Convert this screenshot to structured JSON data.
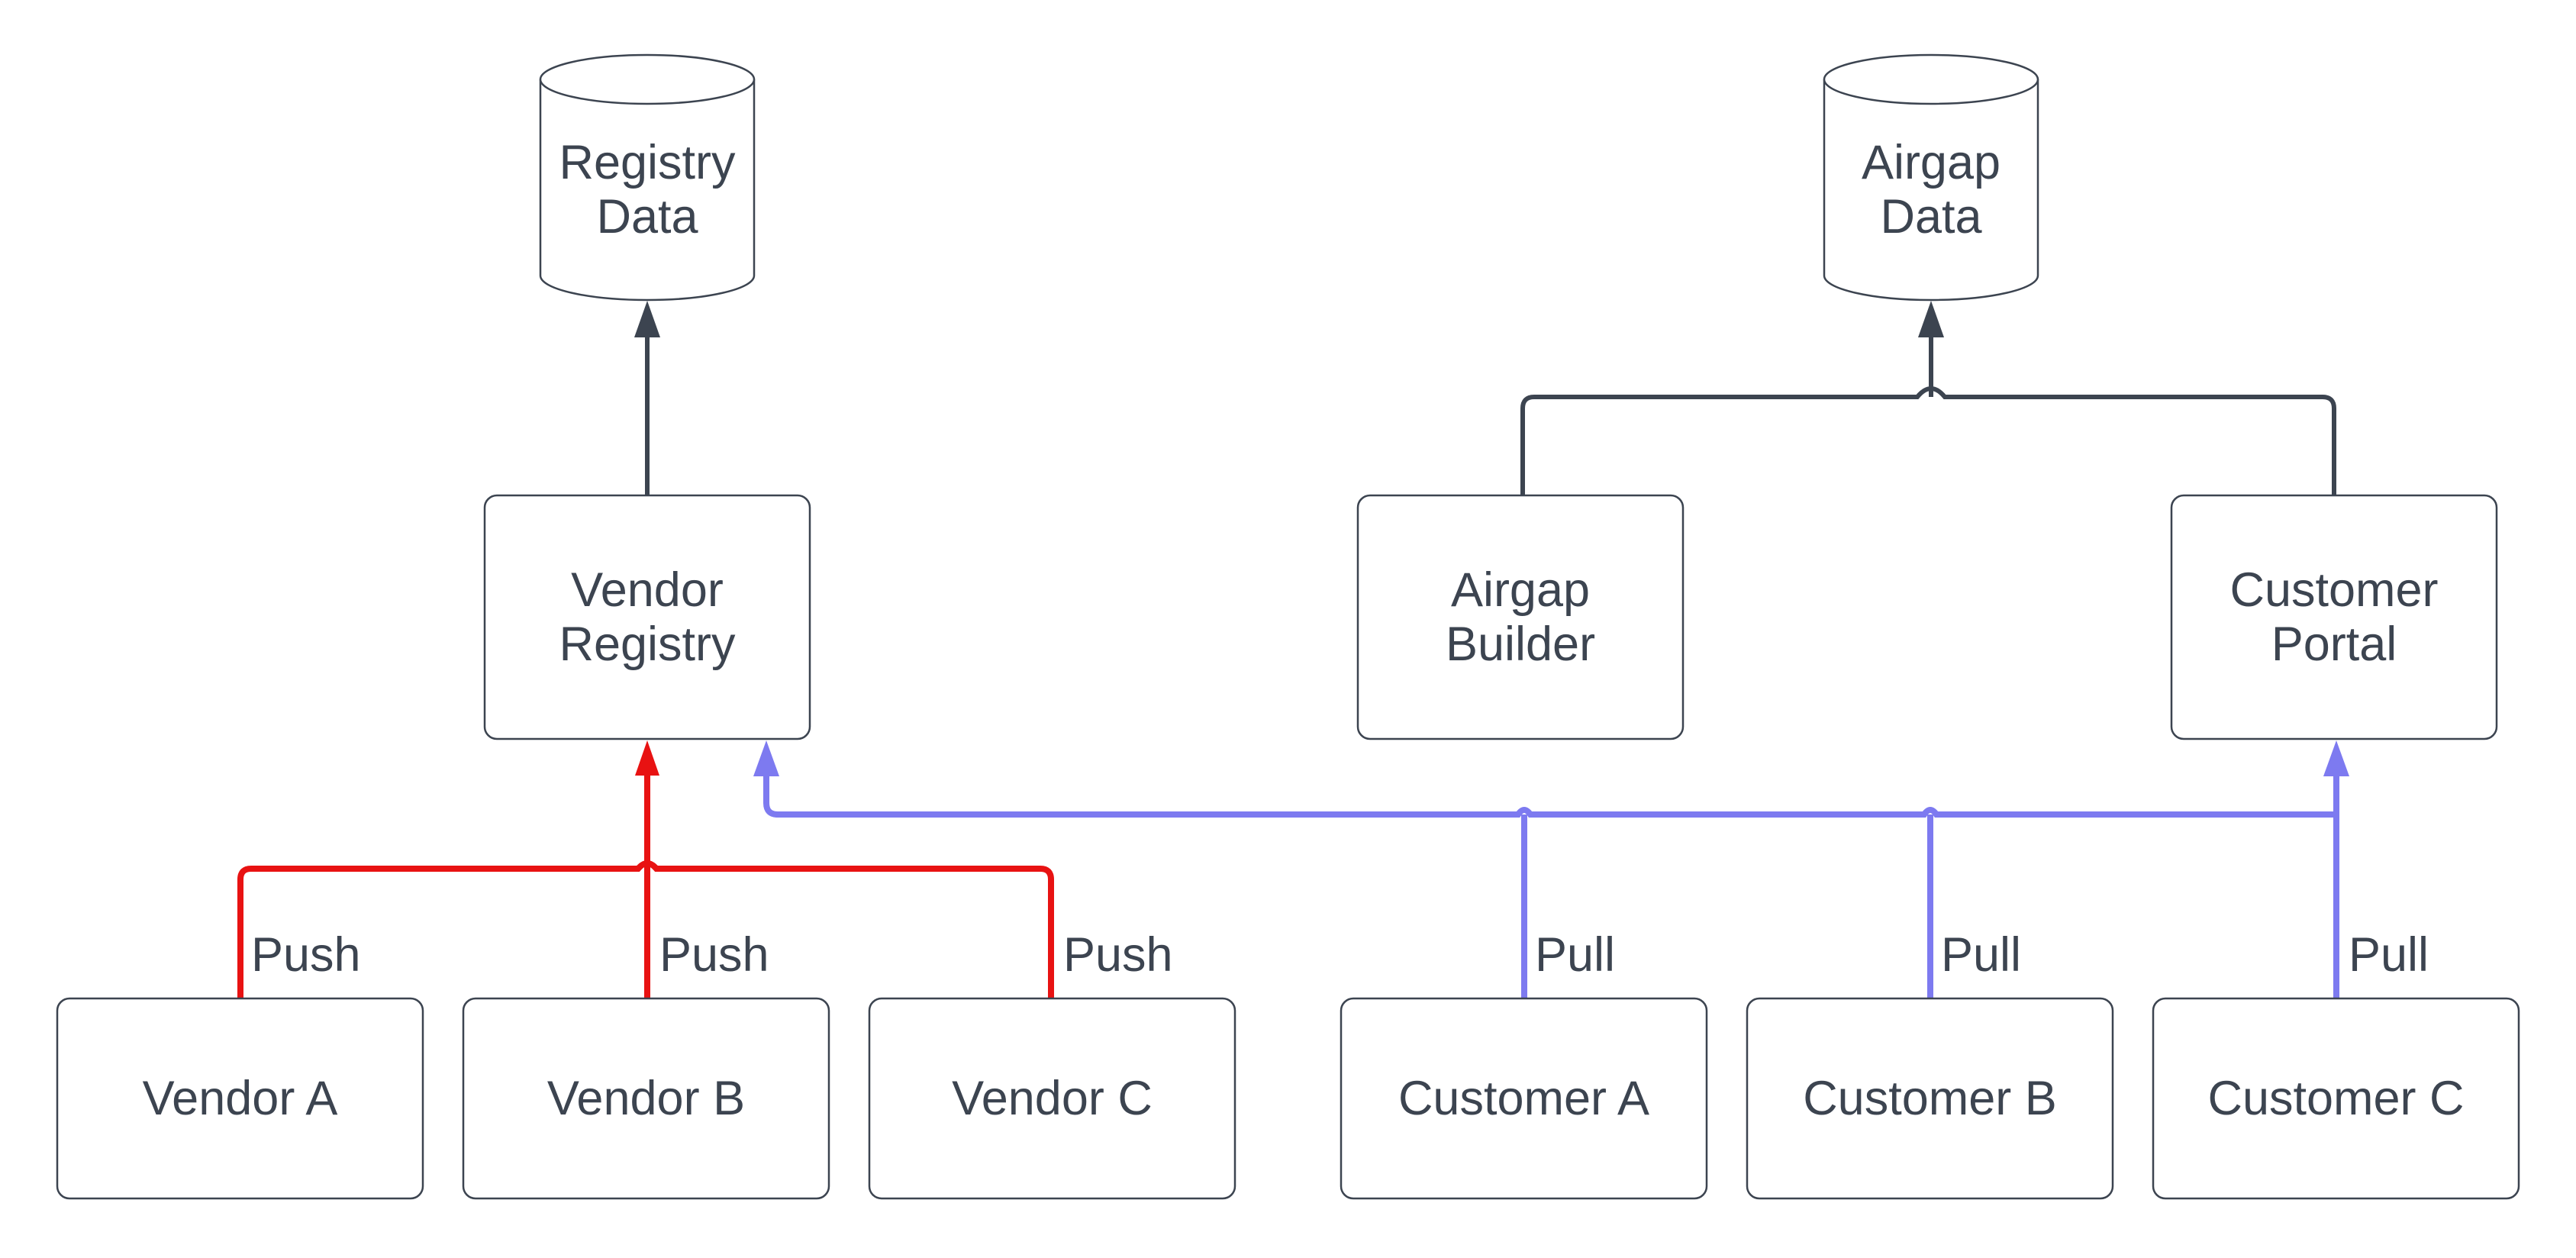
{
  "diagram": {
    "type": "flow-diagram",
    "colors": {
      "dark": "#3c4450",
      "push": "#e81212",
      "pull": "#7d7af0",
      "node_fill": "#ffffff",
      "background": "#ffffff"
    },
    "nodes": {
      "registry_data": {
        "shape": "cylinder",
        "line1": "Registry",
        "line2": "Data"
      },
      "airgap_data": {
        "shape": "cylinder",
        "line1": "Airgap",
        "line2": "Data"
      },
      "vendor_registry": {
        "shape": "box",
        "line1": "Vendor",
        "line2": "Registry"
      },
      "airgap_builder": {
        "shape": "box",
        "line1": "Airgap",
        "line2": "Builder"
      },
      "customer_portal": {
        "shape": "box",
        "line1": "Customer",
        "line2": "Portal"
      },
      "vendor_a": {
        "shape": "box",
        "label": "Vendor A"
      },
      "vendor_b": {
        "shape": "box",
        "label": "Vendor B"
      },
      "vendor_c": {
        "shape": "box",
        "label": "Vendor C"
      },
      "customer_a": {
        "shape": "box",
        "label": "Customer A"
      },
      "customer_b": {
        "shape": "box",
        "label": "Customer B"
      },
      "customer_c": {
        "shape": "box",
        "label": "Customer C"
      }
    },
    "edge_labels": {
      "push": "Push",
      "pull": "Pull"
    },
    "edges": [
      {
        "name": "vendor-registry-to-registry-data",
        "color": "dark",
        "arrow_into": "Registry Data",
        "sources": [
          "Vendor Registry"
        ]
      },
      {
        "name": "builder-and-portal-to-airgap-data",
        "color": "dark",
        "arrow_into": "Airgap Data",
        "sources": [
          "Airgap Builder",
          "Customer Portal"
        ]
      },
      {
        "name": "vendors-push-to-vendor-registry",
        "color": "push",
        "label": "Push",
        "arrow_into": "Vendor Registry",
        "sources": [
          "Vendor A",
          "Vendor B",
          "Vendor C"
        ]
      },
      {
        "name": "customers-pull-network",
        "color": "pull",
        "label": "Pull",
        "arrow_into": "Vendor Registry, Customer Portal",
        "sources": [
          "Customer A",
          "Customer B",
          "Customer C"
        ]
      }
    ]
  }
}
